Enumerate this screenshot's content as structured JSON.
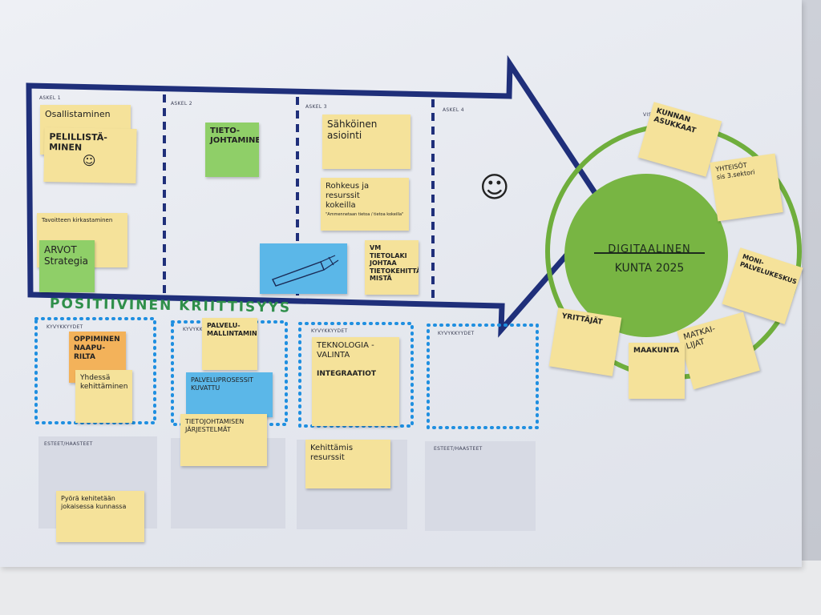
{
  "steps": [
    {
      "label": "ASKEL 1"
    },
    {
      "label": "ASKEL 2"
    },
    {
      "label": "ASKEL 3"
    },
    {
      "label": "ASKEL 4"
    }
  ],
  "vision_label": "VISIO",
  "capability_labels": [
    "KYVYKKYYDET",
    "KYVYKKYYDET",
    "KYVYKKYYDET",
    "KYVYKKYYDET"
  ],
  "obstacle_labels": [
    "ESTEET/HAASTEET",
    "ESTEET/HAASTEET"
  ],
  "positive_heading": "POSITIIVINEN KRIITTISYYS",
  "hub": {
    "line1": "DIGITAALINEN",
    "line2": "KUNTA 2025"
  },
  "smiley": "☺",
  "notes": {
    "osallistaminen": "Osallistaminen",
    "pelillistaminen": "PELILLISTÄ-\nMINEN",
    "pelillistaminen_face": "☺",
    "tavoitteen": "Tavoitteen kirkastaminen",
    "arvot": "ARVOT\nStrategia",
    "tietojohtaminen": "TIETO-\nJOHTAMINEN",
    "sahkoinen": "Sähköinen\nasiointi",
    "rohkeus": "Rohkeus ja\nresurssit\nkokeilla",
    "rohkeus_small": "\"Ammennetaan tietoa / tietoa kokeilla\"",
    "vm": "VM\nTIETOLAKI\nJOHTAA\nTIETOKEHITTÄ-\nMISTÄ",
    "oppiminen": "OPPIMINEN\nNAAPU-\nRILTA",
    "yhdessa": "Yhdessä\nkehittäminen",
    "palvelumallintaminen": "PALVELU-\nMALLINTAMINEN",
    "palveluprosessit": "PALVELUPROSESSIT\nKUVATTU",
    "tietojohtamisen": "TIETOJOHTAMISEN\nJÄRJESTELMÄT",
    "teknologia": "TEKNOLOGIA -\nVALINTA",
    "integraatiot": "INTEGRAATIOT",
    "kehittamis": "Kehittämis\nresurssit",
    "pyora": "Pyörä kehitetään\njokaisessa kunnassa",
    "kunnan_asukkaat": "KUNNAN\nASUKKAAT",
    "yhteisot": "YHTEISÖT\nsis 3.sektori",
    "monipalvelu": "MONI-\nPALVELUKESKUS",
    "matkailijat": "MATKAI-\nLIJAT",
    "maakunta": "MAAKUNTA",
    "yrittajat": "YRITTÄJÄT"
  },
  "colors": {
    "arrow": "#1f2f7a",
    "dotted": "#1f8fe0",
    "hub_green": "#78b543",
    "ring_green": "#6fae3c",
    "note_yellow": "#f5e29a",
    "note_green": "#8fcf68",
    "note_orange": "#f3b25a",
    "note_blue": "#5bb7e8",
    "heading_green": "#2f8f4a"
  }
}
